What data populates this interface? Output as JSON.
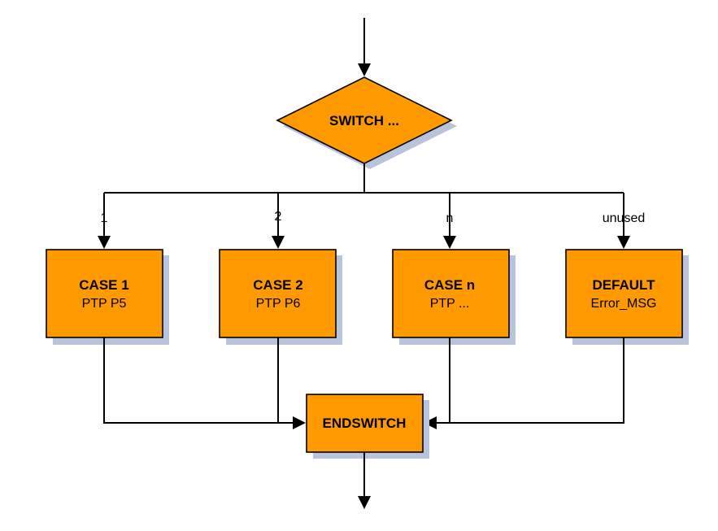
{
  "switch": {
    "label": "SWITCH ..."
  },
  "cases": [
    {
      "branch_label": "1",
      "title": "CASE 1",
      "subtitle": "PTP P5"
    },
    {
      "branch_label": "2",
      "title": "CASE 2",
      "subtitle": "PTP P6"
    },
    {
      "branch_label": "n",
      "title": "CASE n",
      "subtitle": "PTP ..."
    },
    {
      "branch_label": "unused",
      "title": "DEFAULT",
      "subtitle": "Error_MSG"
    }
  ],
  "endswitch": {
    "label": "ENDSWITCH"
  },
  "colors": {
    "node_fill": "#ff9900",
    "shadow": "#b7c4dc",
    "line": "#000000"
  }
}
